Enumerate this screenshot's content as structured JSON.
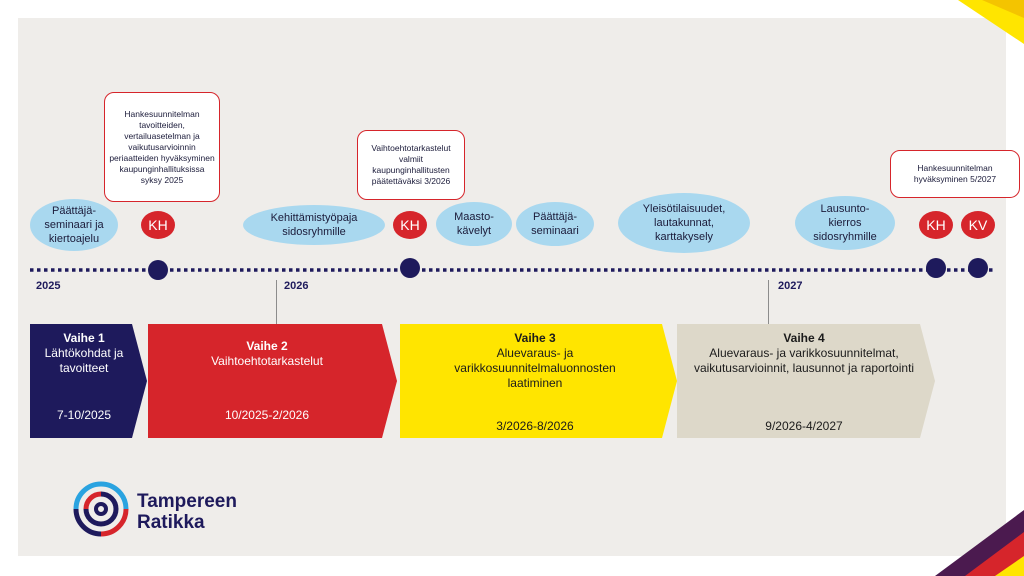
{
  "timeline": {
    "years": [
      "2025",
      "2026",
      "2027"
    ]
  },
  "events": {
    "bubble_paattaja_1": "Päättäjä-seminaari ja kiertoajelu",
    "bubble_kehittamistyopaja": "Kehittämistyöpaja sidosryhmille",
    "bubble_maastokavelyt": "Maasto-kävelyt",
    "bubble_paattaja_2": "Päättäjä-seminaari",
    "bubble_yleisotilaisuudet": "Yleisötilaisuudet, lautakunnat, karttakysely",
    "bubble_lausuntokierros": "Lausunto-kierros sidosryhmille",
    "callout_1": "Hankesuunnitelman tavoitteiden, vertailuasetelman ja vaikutusarvioinnin periaatteiden hyväksyminen kaupunginhallituksissa syksy 2025",
    "callout_2": "Vaihtoehtotarkastelut valmiit kaupunginhallitusten päätettäväksi 3/2026",
    "callout_3": "Hankesuunnitelman hyväksyminen 5/2027",
    "badge_kh": "KH",
    "badge_kv": "KV"
  },
  "phases": [
    {
      "title": "Vaihe 1",
      "desc": "Lähtökohdat ja tavoitteet",
      "period": "7-10/2025",
      "color": "#1e1a5c"
    },
    {
      "title": "Vaihe 2",
      "desc": "Vaihtoehtotarkastelut",
      "period": "10/2025-2/2026",
      "color": "#d6252b"
    },
    {
      "title": "Vaihe 3",
      "desc": "Aluevaraus- ja varikkosuunnitelmaluonnosten laatiminen",
      "period": "3/2026-8/2026",
      "color": "#ffe500"
    },
    {
      "title": "Vaihe 4",
      "desc": "Aluevaraus- ja varikkosuunnitelmat, vaikutusarvioinnit, lausunnot ja raportointi",
      "period": "9/2026-4/2027",
      "color": "#ddd8c9"
    }
  ],
  "logo": {
    "line1": "Tampereen",
    "line2": "Ratikka",
    "icon": "tampereen-ratikka-logo-icon"
  },
  "colors": {
    "navy": "#1e1a5c",
    "red": "#d6252b",
    "yellow": "#ffe500",
    "beige": "#ddd8c9",
    "bubble": "#a9d8ef"
  }
}
